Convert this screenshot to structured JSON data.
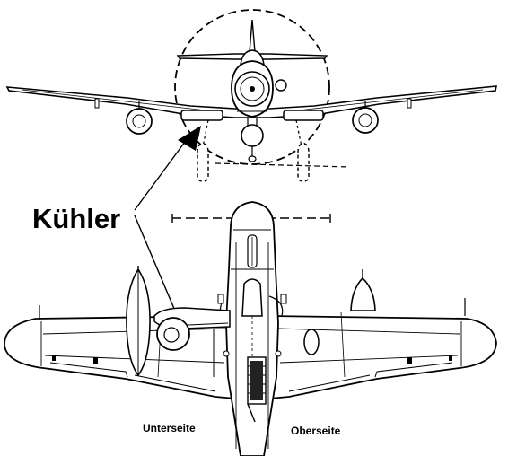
{
  "labels": {
    "radiator": "Kühler",
    "underside": "Unterseite",
    "upperside": "Oberseite"
  },
  "colors": {
    "ink": "#000000",
    "paper": "#ffffff"
  }
}
